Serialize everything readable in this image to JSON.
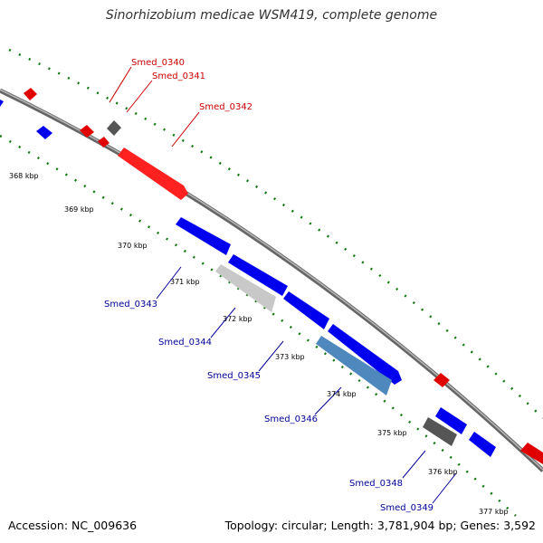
{
  "title": "Sinorhizobium medicae WSM419, complete genome",
  "footer": {
    "accession": "Accession: NC_009636",
    "topology": "Topology: circular; Length: 3,781,904 bp; Genes: 3,592"
  },
  "colors": {
    "backbone": "#8c8c8c",
    "forward_gene": "#0000ff",
    "reverse_gene": "#ff0000",
    "forward_label": "#000099",
    "reverse_label": "#cc0000",
    "grey_gene": "#666666",
    "light_gene": "#d0d0d0",
    "steel_gene": "#5b8fc0",
    "ruler": "#117711"
  },
  "ticks": [
    "368 kbp",
    "369 kbp",
    "370 kbp",
    "371 kbp",
    "372 kbp",
    "373 kbp",
    "374 kbp",
    "375 kbp",
    "376 kbp",
    "377 kbp"
  ],
  "gene_labels": {
    "reverse": [
      "Smed_0340",
      "Smed_0341",
      "Smed_0342"
    ],
    "forward": [
      "Smed_0343",
      "Smed_0344",
      "Smed_0345",
      "Smed_0346",
      "Smed_0348",
      "Smed_0349"
    ]
  }
}
